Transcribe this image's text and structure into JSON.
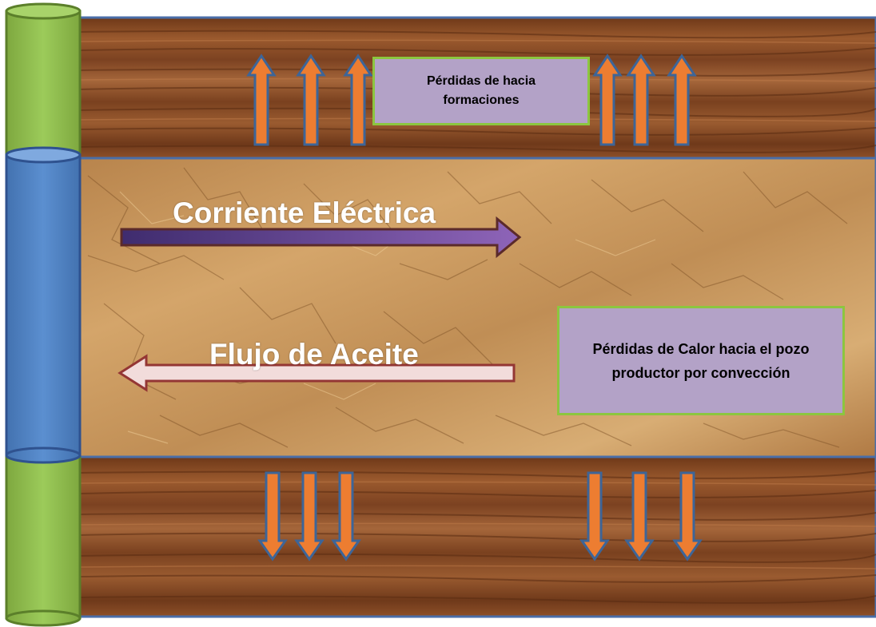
{
  "diagram": {
    "labels": {
      "losses_to_formations": "Pérdidas de hacia formaciones",
      "losses_to_producer": "Pérdidas de Calor  hacia el pozo productor por convección"
    },
    "flows": {
      "electric_current": "Corriente Eléctrica",
      "oil_flow": "Flujo de Aceite"
    },
    "layers": [
      "upper-formation",
      "reservoir",
      "lower-formation"
    ],
    "arrow_counts": {
      "upward_heat_loss": 6,
      "downward_heat_loss": 6
    },
    "colors": {
      "wood_layer": "#8a4a24",
      "reservoir_rock": "#c99a5e",
      "layer_border": "#4a6ea8",
      "outer_casing": "#8cb54c",
      "inner_tubing": "#4f81bd",
      "heat_arrow_fill": "#ed7d31",
      "heat_arrow_stroke": "#3d6598",
      "current_arrow": "#5a3f7a",
      "oil_arrow_fill": "#f2dcdb",
      "oil_arrow_stroke": "#943634",
      "label_fill": "#b3a2c7",
      "label_border": "#8cc63f"
    }
  }
}
